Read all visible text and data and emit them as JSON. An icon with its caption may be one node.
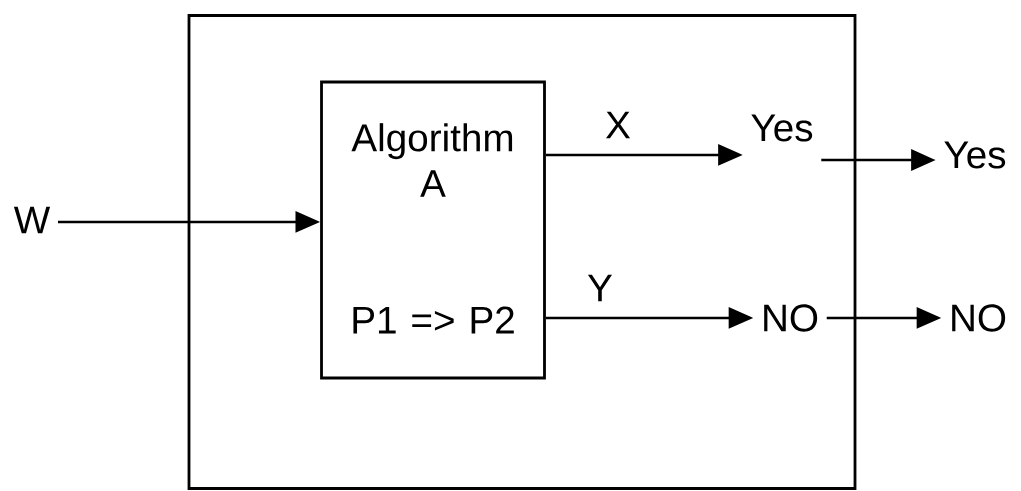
{
  "diagram": {
    "nodes": [
      {
        "text": [],
        "shape": "box"
      },
      {
        "text": [
          "Algorithm A",
          "P1 => P2"
        ],
        "in": 0
      },
      {
        "text": [
          "W"
        ]
      },
      {
        "text": [
          "Yes"
        ],
        "in": 0
      },
      {
        "text": [
          "NO"
        ],
        "in": 0
      },
      {
        "text": [
          "Yes"
        ]
      },
      {
        "text": [
          "NO"
        ]
      }
    ],
    "edges": [
      {
        "from": 2,
        "to": 1,
        "arrow": "to"
      },
      {
        "from": 1,
        "to": 3,
        "arrow": "to",
        "label": "X"
      },
      {
        "from": 1,
        "to": 4,
        "arrow": "to",
        "label": "Y"
      },
      {
        "from": 3,
        "to": 5,
        "arrow": "to"
      },
      {
        "from": 4,
        "to": 6,
        "arrow": "to"
      }
    ]
  }
}
